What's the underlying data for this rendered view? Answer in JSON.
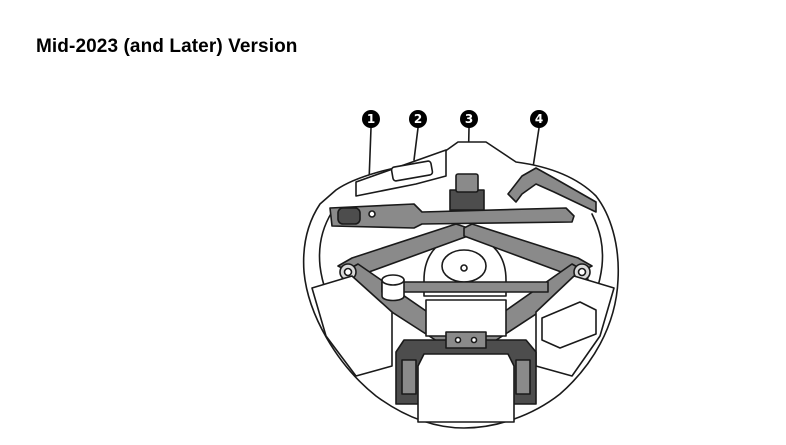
{
  "page": {
    "title": "Mid-2023 (and Later) Version"
  },
  "figure": {
    "callouts": [
      {
        "number": "1"
      },
      {
        "number": "2"
      },
      {
        "number": "3"
      },
      {
        "number": "4"
      }
    ]
  },
  "colors": {
    "line": "#1a1a1a",
    "dark_part": "#4d4d4d",
    "mid_part": "#8a8a8a",
    "light_part": "#d9d9d9",
    "white": "#ffffff"
  }
}
